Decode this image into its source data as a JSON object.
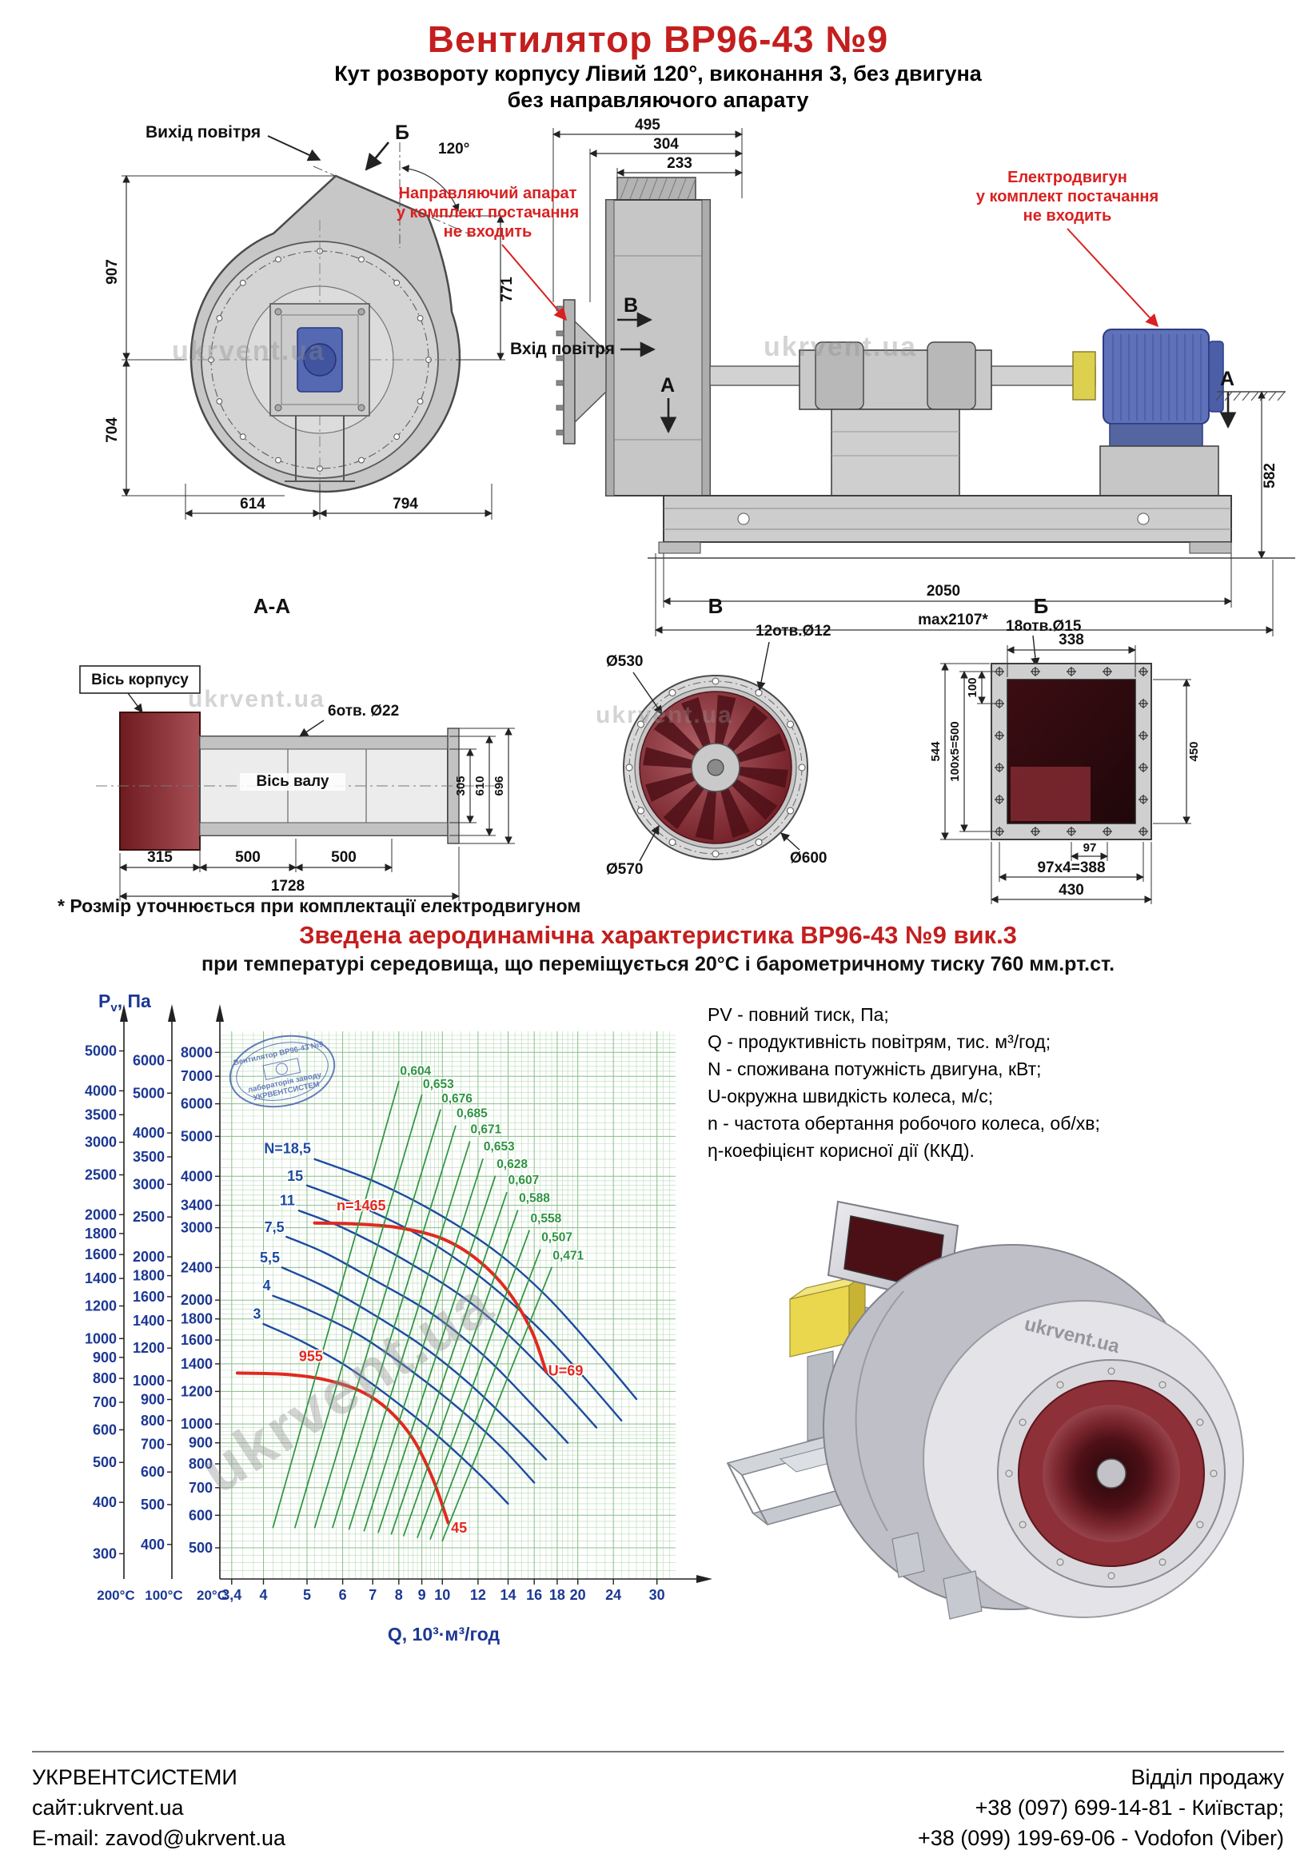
{
  "header": {
    "title": "Вентилятор  ВР96-43 №9",
    "subtitle1": "Кут розвороту корпусу Лівий 120°, виконання 3, без двигуна",
    "subtitle2": "без направляючого апарату"
  },
  "watermark": "ukrvent.ua",
  "front_view": {
    "air_out_label": "Вихід повітря",
    "section_mark": "Б",
    "angle_label": "120°",
    "dim_907": "907",
    "dim_704": "704",
    "dim_771": "771",
    "dim_614": "614",
    "dim_794": "794"
  },
  "side_view": {
    "dim_495": "495",
    "dim_304": "304",
    "dim_233": "233",
    "dim_582": "582",
    "dim_2050": "2050",
    "dim_max": "max2107*",
    "note_guide_1": "Направляючий апарат",
    "note_guide_2": "у комплект постачання",
    "note_guide_3": "не входить",
    "note_motor_1": "Електродвигун",
    "note_motor_2": "у комплект постачання",
    "note_motor_3": "не входить",
    "air_in_label": "Вхід повітря",
    "view_mark_v": "В",
    "section_mark_a1": "А",
    "section_mark_a2": "А"
  },
  "section_aa": {
    "title": "А-А",
    "axis_case_label": "Вісь корпусу",
    "axis_shaft_label": "Вісь валу",
    "holes_label": "6отв. Ø22",
    "dim_305": "305",
    "dim_610": "610",
    "dim_696": "696",
    "dim_315": "315",
    "dim_500a": "500",
    "dim_500b": "500",
    "dim_1728": "1728"
  },
  "view_v": {
    "title": "В",
    "holes_label": "12отв.Ø12",
    "dim_d530": "Ø530",
    "dim_d570": "Ø570",
    "dim_d600": "Ø600"
  },
  "view_b": {
    "title": "Б",
    "holes_label": "18отв.Ø15",
    "dim_338": "338",
    "dim_544": "544",
    "dim_100x5": "100x5=500",
    "dim_100": "100",
    "dim_450": "450",
    "dim_97": "97",
    "dim_97x4": "97x4=388",
    "dim_430": "430"
  },
  "footnote": "* Розмір уточнюється при комплектації електродвигуном",
  "chart_section": {
    "heading": "Зведена аеродинамічна характеристика ВР96-43 №9 вик.3",
    "subheading": "при температурі середовища, що переміщується 20°С і барометричному тиску 760 мм.рт.ст."
  },
  "legend": {
    "line1": "PV - повний тиск, Па;",
    "line2": "Q - продуктивність повітрям, тис. м³/год;",
    "line3": "N - споживана потужність двигуна, кВт;",
    "line4": "U-окружна швидкість колеса, м/с;",
    "line5": "n - частота обертання робочого колеса, об/хв;",
    "line6": "η-коефіцієнт корисної дії (ККД)."
  },
  "footer": {
    "company": "УКРВЕНТСИСТЕМИ",
    "site": "сайт:ukrvent.ua",
    "email": "E-mail: zavod@ukrvent.ua",
    "sales": "Відділ продажу",
    "phone1": "+38 (097) 699-14-81 - Київстар;",
    "phone2": "+38 (099) 199-69-06 - Vodofon (Viber)"
  },
  "chart_data": {
    "type": "line",
    "title": "Зведена аеродинамічна характеристика ВР96-43 №9 вик.3",
    "xlabel": "Q, 10³·м³/год",
    "ylabel_parts": [
      "P",
      "v",
      ", Па"
    ],
    "grid": true,
    "xlim": [
      3.2,
      33
    ],
    "ylim": [
      420,
      9000
    ],
    "x_ticks": [
      {
        "v": 3.4,
        "t": "3,4"
      },
      {
        "v": 4,
        "t": "4"
      },
      {
        "v": 5,
        "t": "5"
      },
      {
        "v": 6,
        "t": "6"
      },
      {
        "v": 7,
        "t": "7"
      },
      {
        "v": 8,
        "t": "8"
      },
      {
        "v": 9,
        "t": "9"
      },
      {
        "v": 10,
        "t": "10"
      },
      {
        "v": 12,
        "t": "12"
      },
      {
        "v": 14,
        "t": "14"
      },
      {
        "v": 16,
        "t": "16"
      },
      {
        "v": 18,
        "t": "18"
      },
      {
        "v": 20,
        "t": "20"
      },
      {
        "v": 24,
        "t": "24"
      },
      {
        "v": 30,
        "t": "30"
      }
    ],
    "y_axes": [
      {
        "temp": "200°C",
        "factor": 0.62,
        "ticks": [
          5000,
          4000,
          3500,
          3000,
          2500,
          2000,
          1800,
          1600,
          1400,
          1200,
          1000,
          900,
          800,
          700,
          600,
          500,
          400,
          300
        ]
      },
      {
        "temp": "100°C",
        "factor": 0.785,
        "ticks": [
          6000,
          5000,
          4000,
          3500,
          3000,
          2500,
          2000,
          1800,
          1600,
          1400,
          1200,
          1000,
          900,
          800,
          700,
          600,
          500,
          400
        ]
      },
      {
        "temp": "20°C",
        "factor": 1,
        "ticks": [
          8000,
          7000,
          6000,
          5000,
          4000,
          3400,
          3000,
          2400,
          2000,
          1800,
          1600,
          1400,
          1200,
          1000,
          900,
          800,
          700,
          600,
          500
        ]
      }
    ],
    "series": [
      {
        "name": "N=18,5",
        "type": "power",
        "points": [
          [
            5.2,
            4400
          ],
          [
            7,
            3900
          ],
          [
            9.5,
            3300
          ],
          [
            13,
            2650
          ],
          [
            17,
            2050
          ],
          [
            22,
            1500
          ],
          [
            27,
            1150
          ]
        ]
      },
      {
        "name": "N=15",
        "type": "power",
        "points": [
          [
            5.0,
            3800
          ],
          [
            6.5,
            3400
          ],
          [
            9,
            2850
          ],
          [
            12,
            2300
          ],
          [
            16,
            1750
          ],
          [
            20,
            1350
          ],
          [
            25,
            1020
          ]
        ]
      },
      {
        "name": "N=11",
        "type": "power",
        "points": [
          [
            4.8,
            3300
          ],
          [
            6,
            3000
          ],
          [
            8,
            2550
          ],
          [
            11,
            2050
          ],
          [
            14,
            1650
          ],
          [
            18,
            1250
          ],
          [
            22,
            980
          ]
        ]
      },
      {
        "name": "N=7,5",
        "type": "power",
        "points": [
          [
            4.5,
            2850
          ],
          [
            5.5,
            2600
          ],
          [
            7,
            2250
          ],
          [
            9.5,
            1850
          ],
          [
            12.5,
            1450
          ],
          [
            16,
            1100
          ],
          [
            19,
            900
          ]
        ]
      },
      {
        "name": "N=5,5",
        "type": "power",
        "points": [
          [
            4.4,
            2400
          ],
          [
            5.5,
            2150
          ],
          [
            7,
            1850
          ],
          [
            9,
            1550
          ],
          [
            11.5,
            1250
          ],
          [
            14.5,
            980
          ],
          [
            17,
            820
          ]
        ]
      },
      {
        "name": "N=4",
        "type": "power",
        "points": [
          [
            4.2,
            2050
          ],
          [
            5,
            1900
          ],
          [
            6.5,
            1650
          ],
          [
            8.5,
            1350
          ],
          [
            11,
            1080
          ],
          [
            13.5,
            880
          ],
          [
            16,
            720
          ]
        ]
      },
      {
        "name": "N=3",
        "type": "power",
        "points": [
          [
            4.0,
            1750
          ],
          [
            4.8,
            1600
          ],
          [
            6,
            1400
          ],
          [
            7.5,
            1180
          ],
          [
            9.5,
            960
          ],
          [
            12,
            760
          ],
          [
            14,
            640
          ]
        ]
      },
      {
        "name": "n=1465",
        "type": "rpm",
        "points": [
          [
            5.2,
            3080
          ],
          [
            6.5,
            3060
          ],
          [
            8,
            3000
          ],
          [
            10,
            2820
          ],
          [
            12,
            2500
          ],
          [
            14,
            2100
          ],
          [
            15.8,
            1680
          ],
          [
            17,
            1340
          ]
        ]
      },
      {
        "name": "n=955",
        "type": "rpm",
        "points": [
          [
            3.5,
            1330
          ],
          [
            4.5,
            1320
          ],
          [
            5.5,
            1280
          ],
          [
            6.6,
            1200
          ],
          [
            7.6,
            1080
          ],
          [
            8.6,
            920
          ],
          [
            9.5,
            740
          ],
          [
            10.3,
            575
          ]
        ]
      },
      {
        "name": "eff-0,604",
        "type": "eff",
        "points": [
          [
            4.2,
            560
          ],
          [
            8.0,
            6800
          ]
        ]
      },
      {
        "name": "eff-0,653a",
        "type": "eff",
        "points": [
          [
            4.7,
            560
          ],
          [
            9.0,
            6300
          ]
        ]
      },
      {
        "name": "eff-0,676",
        "type": "eff",
        "points": [
          [
            5.2,
            560
          ],
          [
            9.9,
            5800
          ]
        ]
      },
      {
        "name": "eff-0,685",
        "type": "eff",
        "points": [
          [
            5.7,
            560
          ],
          [
            10.7,
            5300
          ]
        ]
      },
      {
        "name": "eff-0,671",
        "type": "eff",
        "points": [
          [
            6.2,
            555
          ],
          [
            11.5,
            4850
          ]
        ]
      },
      {
        "name": "eff-0,653b",
        "type": "eff",
        "points": [
          [
            6.7,
            550
          ],
          [
            12.3,
            4400
          ]
        ]
      },
      {
        "name": "eff-0,628",
        "type": "eff",
        "points": [
          [
            7.2,
            545
          ],
          [
            13.1,
            4000
          ]
        ]
      },
      {
        "name": "eff-0,607",
        "type": "eff",
        "points": [
          [
            7.7,
            540
          ],
          [
            13.9,
            3650
          ]
        ]
      },
      {
        "name": "eff-0,588",
        "type": "eff",
        "points": [
          [
            8.2,
            535
          ],
          [
            14.7,
            3300
          ]
        ]
      },
      {
        "name": "eff-0,558",
        "type": "eff",
        "points": [
          [
            8.8,
            530
          ],
          [
            15.6,
            2950
          ]
        ]
      },
      {
        "name": "eff-0,507",
        "type": "eff",
        "points": [
          [
            9.4,
            525
          ],
          [
            16.5,
            2650
          ]
        ]
      },
      {
        "name": "eff-0,471",
        "type": "eff",
        "points": [
          [
            10.0,
            520
          ],
          [
            17.5,
            2400
          ]
        ]
      }
    ],
    "labels": [
      {
        "t": "N=18,5",
        "q": 5.1,
        "p": 4550,
        "type": "power",
        "a": "end"
      },
      {
        "t": "15",
        "q": 4.9,
        "p": 3900,
        "type": "power",
        "a": "end"
      },
      {
        "t": "11",
        "q": 4.7,
        "p": 3400,
        "type": "power",
        "a": "end"
      },
      {
        "t": "7,5",
        "q": 4.45,
        "p": 2930,
        "type": "power",
        "a": "end"
      },
      {
        "t": "5,5",
        "q": 4.35,
        "p": 2470,
        "type": "power",
        "a": "end"
      },
      {
        "t": "4",
        "q": 4.15,
        "p": 2110,
        "type": "power",
        "a": "end"
      },
      {
        "t": "3",
        "q": 3.95,
        "p": 1800,
        "type": "power",
        "a": "end"
      },
      {
        "t": "n=1465",
        "q": 6.6,
        "p": 3300,
        "type": "rpm",
        "a": "middle"
      },
      {
        "t": "955",
        "q": 5.1,
        "p": 1420,
        "type": "rpm",
        "a": "middle"
      },
      {
        "t": "U=69",
        "q": 17.2,
        "p": 1310,
        "type": "rpm",
        "a": "start"
      },
      {
        "t": "45",
        "q": 10.45,
        "p": 545,
        "type": "rpm",
        "a": "start"
      },
      {
        "t": "0,604",
        "q": 8.05,
        "p": 7050,
        "type": "eff",
        "a": "start"
      },
      {
        "t": "0,653",
        "q": 9.05,
        "p": 6550,
        "type": "eff",
        "a": "start"
      },
      {
        "t": "0,676",
        "q": 9.95,
        "p": 6050,
        "type": "eff",
        "a": "start"
      },
      {
        "t": "0,685",
        "q": 10.75,
        "p": 5560,
        "type": "eff",
        "a": "start"
      },
      {
        "t": "0,671",
        "q": 11.55,
        "p": 5090,
        "type": "eff",
        "a": "start"
      },
      {
        "t": "0,653",
        "q": 12.35,
        "p": 4620,
        "type": "eff",
        "a": "start"
      },
      {
        "t": "0,628",
        "q": 13.2,
        "p": 4190,
        "type": "eff",
        "a": "start"
      },
      {
        "t": "0,607",
        "q": 14.0,
        "p": 3830,
        "type": "eff",
        "a": "start"
      },
      {
        "t": "0,588",
        "q": 14.8,
        "p": 3460,
        "type": "eff",
        "a": "start"
      },
      {
        "t": "0,558",
        "q": 15.7,
        "p": 3090,
        "type": "eff",
        "a": "start"
      },
      {
        "t": "0,507",
        "q": 16.6,
        "p": 2780,
        "type": "eff",
        "a": "start"
      },
      {
        "t": "0,471",
        "q": 17.6,
        "p": 2510,
        "type": "eff",
        "a": "start"
      }
    ],
    "logo": {
      "line1": "Вентилятор ВР96-43 №9",
      "line2": "лабораторія заводу",
      "line3": "УКРВЕНТСИСТЕМ"
    },
    "colors": {
      "power": "#1c4aa0",
      "rpm": "#e02a20",
      "eff": "#2e9340",
      "axis_text": "#1c3794",
      "grid_minor": "#b7d9b7",
      "grid_major": "#8cc08c"
    }
  }
}
